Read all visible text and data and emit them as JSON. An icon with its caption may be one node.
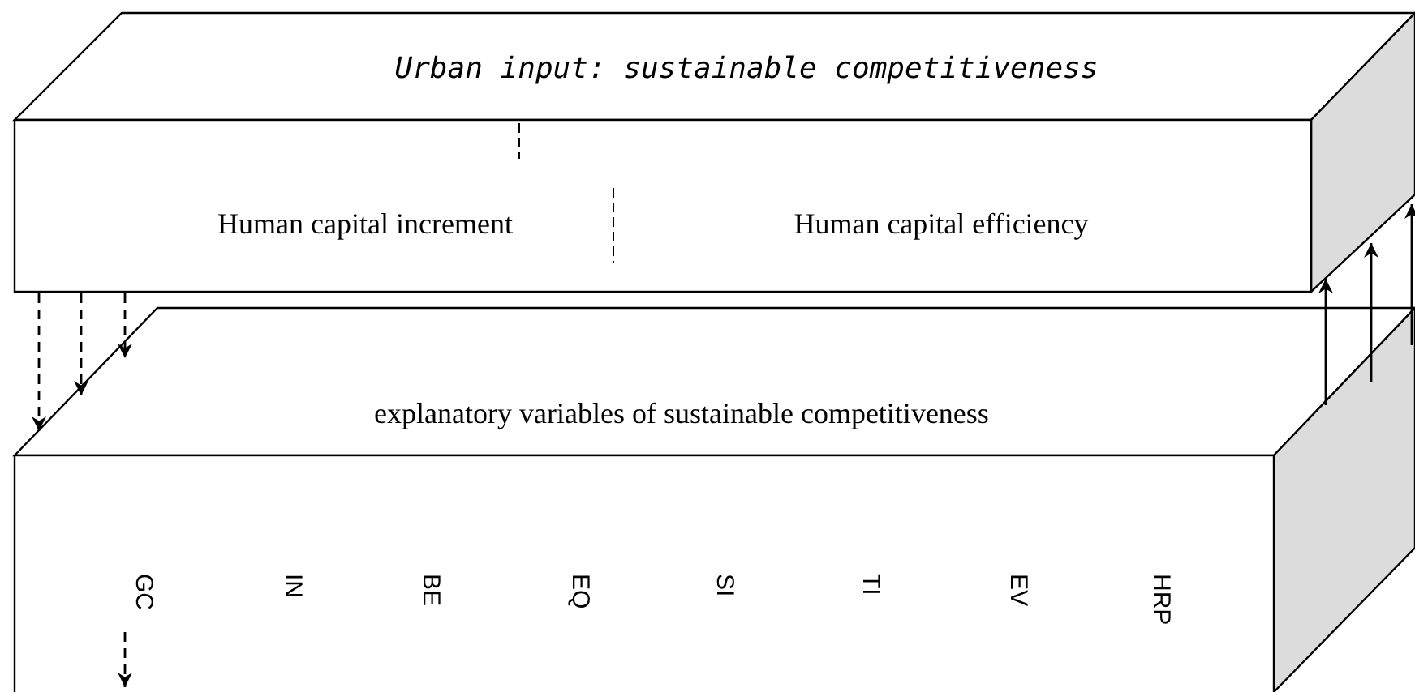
{
  "diagram": {
    "nodes": [
      {
        "text": [
          "Urban input: sustainable competitiveness"
        ]
      },
      {
        "text": [
          "Human capital increment"
        ],
        "in": 0
      },
      {
        "text": [
          "Human capital efficiency"
        ],
        "in": 0
      },
      {
        "text": [
          "explanatory variables of sustainable competitiveness"
        ]
      },
      {
        "text": [
          "GC"
        ],
        "in": 3
      },
      {
        "text": [
          "IN"
        ],
        "in": 3
      },
      {
        "text": [
          "BE"
        ],
        "in": 3
      },
      {
        "text": [
          "EQ"
        ],
        "in": 3
      },
      {
        "text": [
          "SI"
        ],
        "in": 3
      },
      {
        "text": [
          "TI"
        ],
        "in": 3
      },
      {
        "text": [
          "EV"
        ],
        "in": 3
      },
      {
        "text": [
          "HRP"
        ],
        "in": 3
      }
    ],
    "edges": [
      {
        "from": 0,
        "to": 3,
        "arrow": "to",
        "style": "dashed"
      },
      {
        "from": 0,
        "to": 3,
        "arrow": "to",
        "style": "dashed"
      },
      {
        "from": 0,
        "to": 3,
        "arrow": "to",
        "style": "dashed"
      },
      {
        "from": 3,
        "to": 0,
        "arrow": "to"
      },
      {
        "from": 3,
        "to": 0,
        "arrow": "to"
      },
      {
        "from": 3,
        "to": 0,
        "arrow": "to"
      },
      {
        "from": 4,
        "to": null,
        "arrow": "to",
        "style": "dashed"
      }
    ]
  }
}
